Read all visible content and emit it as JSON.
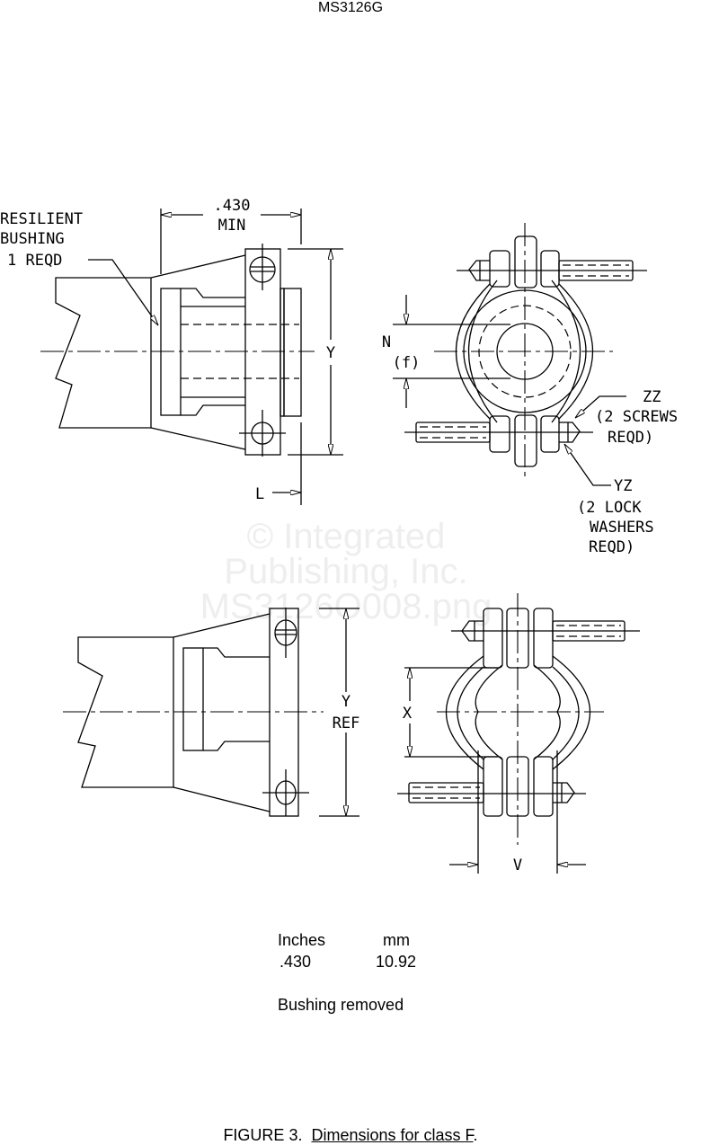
{
  "header": {
    "doc_number": "MS3126G"
  },
  "watermark": {
    "line1": "© Integrated",
    "line2": "Publishing, Inc.",
    "line3": "MS3126O008.png"
  },
  "top_left_view": {
    "bushing_label": [
      "RESILIENT",
      "BUSHING",
      "1 REQD"
    ],
    "dim_430": ".430",
    "dim_min": "MIN",
    "dim_y": "Y",
    "dim_l": "L"
  },
  "top_right_view": {
    "dim_n": "N",
    "dim_f": "(f)",
    "zz_label": [
      "ZZ",
      "(2 SCREWS",
      "REQD)"
    ],
    "yz_label": [
      "YZ",
      "(2 LOCK",
      "WASHERS",
      "REQD)"
    ]
  },
  "bottom_left_view": {
    "dim_y": "Y",
    "dim_ref": "REF"
  },
  "bottom_right_view": {
    "dim_x": "X",
    "dim_v": "V"
  },
  "conversion_table": {
    "headers": [
      "Inches",
      "mm"
    ],
    "rows": [
      [
        ".430",
        "10.92"
      ]
    ]
  },
  "note": "Bushing removed",
  "caption": {
    "prefix": "FIGURE 3.",
    "title": "Dimensions for class F",
    "suffix": "."
  }
}
